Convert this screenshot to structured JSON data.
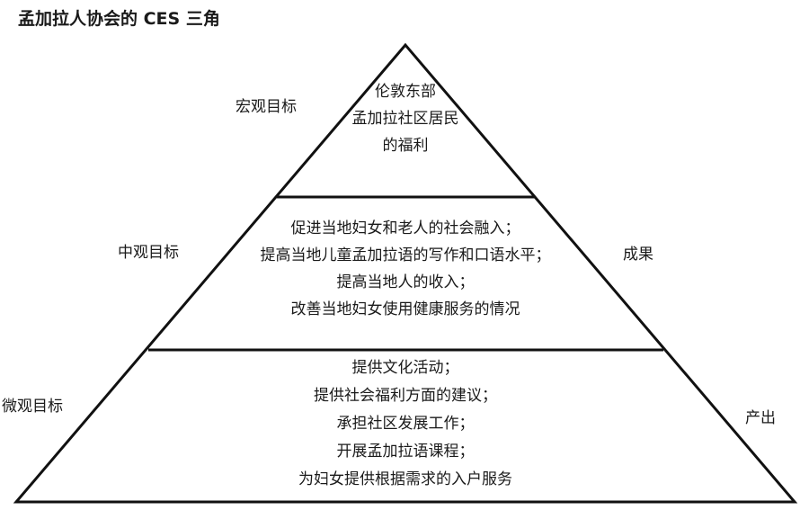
{
  "title": "孟加拉人协会的 CES 三角",
  "levels": {
    "top": {
      "label": "宏观目标",
      "lines": [
        "伦敦东部",
        "孟加拉社区居民",
        "的福利"
      ]
    },
    "middle": {
      "label": "中观目标",
      "lines": [
        "促进当地妇女和老人的社会融入；",
        "提高当地儿童孟加拉语的写作和口语水平；",
        "提高当地人的收入；",
        "改善当地妇女使用健康服务的情况"
      ]
    },
    "bottom": {
      "label": "微观目标",
      "lines": [
        "提供文化活动；",
        "提供社会福利方面的建议；",
        "承担社区发展工作；",
        "开展孟加拉语课程；",
        "为妇女提供根据需求的入户服务"
      ]
    }
  },
  "right_labels": {
    "outcome": "成果",
    "output": "产出"
  }
}
